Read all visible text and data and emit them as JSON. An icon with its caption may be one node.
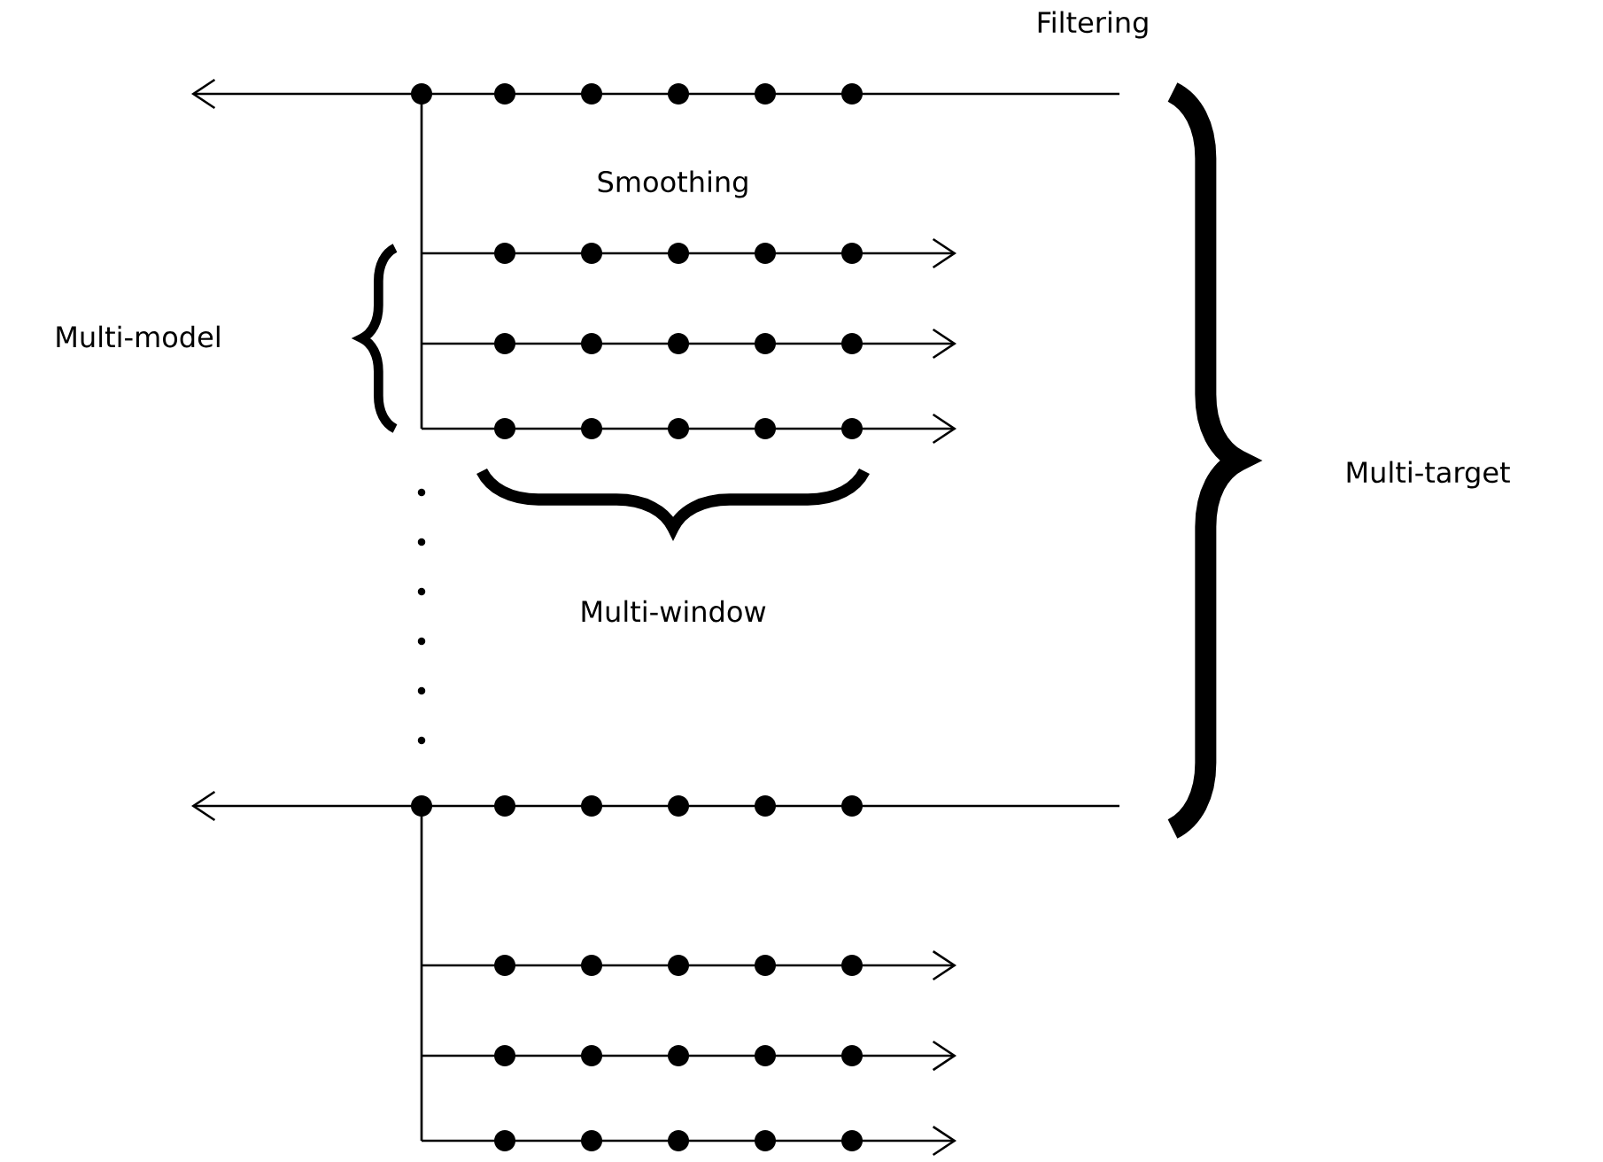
{
  "diagram": {
    "labels": [
      "Filtering",
      "Smoothing",
      "Multi-model",
      "Multi-target",
      "Multi-window"
    ]
  }
}
